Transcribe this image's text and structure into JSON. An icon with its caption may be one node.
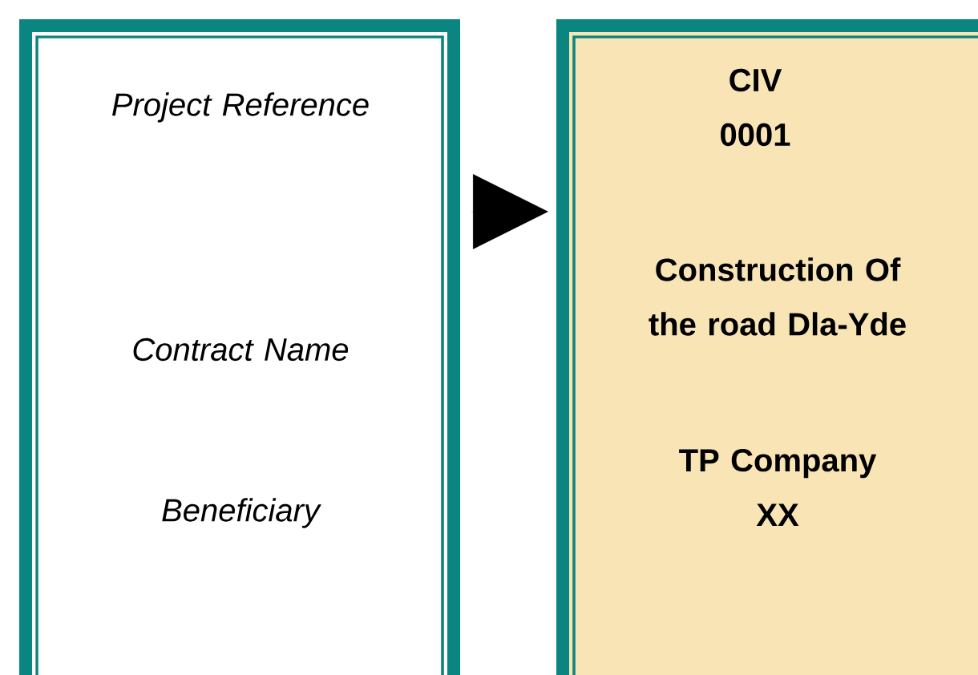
{
  "diagram": {
    "nodes": [
      {
        "text": [
          "Project Reference",
          "Contract Name",
          "Beneficiary"
        ]
      },
      {
        "text": [
          "CIV 0001",
          "Construction Of the road Dla-Yde",
          "TP Company XX"
        ]
      }
    ],
    "edges": [
      {
        "from": 0,
        "to": 1,
        "arrow": "to"
      }
    ]
  }
}
